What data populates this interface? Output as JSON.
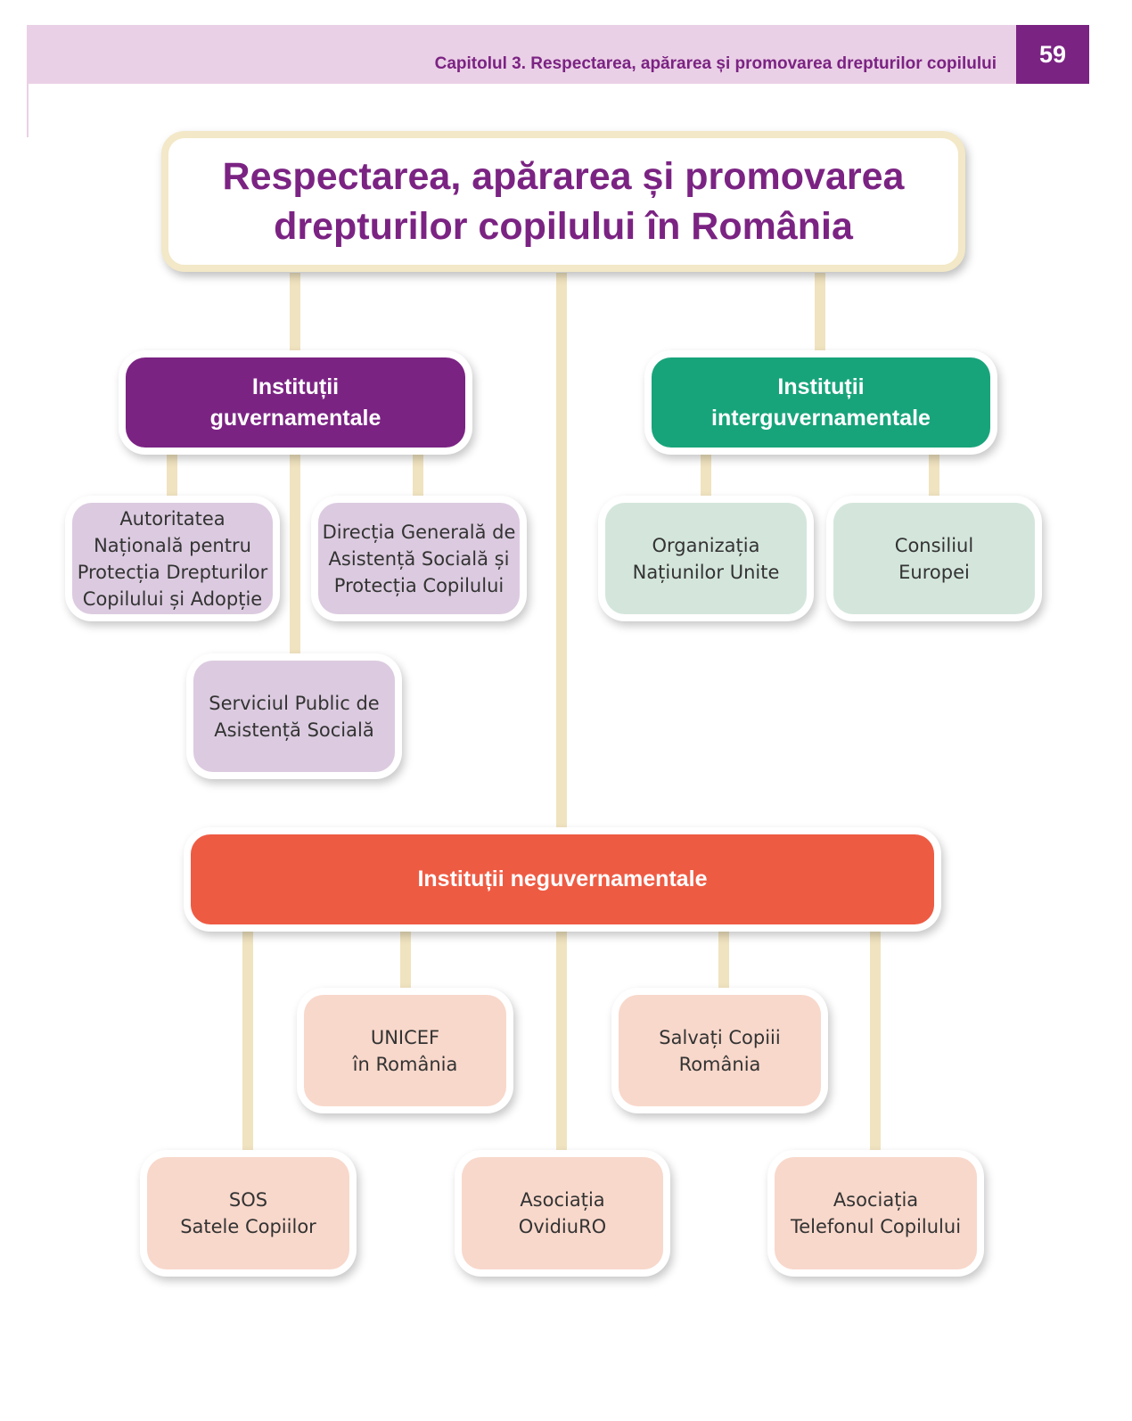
{
  "header": {
    "chapter": "Capitolul 3. Respectarea, apărarea și promovarea drepturilor copilului",
    "page_number": "59"
  },
  "title": "Respectarea, apărarea și promovarea\ndrepturilor copilului în România",
  "categories": {
    "governmental": "Instituții\nguvernamentale",
    "intergovernmental": "Instituții\ninterguvernamentale",
    "nongovernmental": "Instituții neguvernamentale"
  },
  "governmental_items": [
    "Autoritatea\nNațională pentru\nProtecția Drepturilor\nCopilului și Adopție",
    "Direcția Generală de\nAsistență Socială și\nProtecția Copilului",
    "Serviciul Public de\nAsistență Socială"
  ],
  "intergovernmental_items": [
    "Organizația\nNațiunilor Unite",
    "Consiliul\nEuropei"
  ],
  "nongovernmental_items": [
    "UNICEF\nîn România",
    "Salvați Copiii\nRomânia",
    "SOS\nSatele Copiilor",
    "Asociația\nOvidiuRO",
    "Asociația\nTelefonul Copilului"
  ],
  "colors": {
    "governmental": "#7b2383",
    "intergovernmental": "#18a47b",
    "nongovernmental": "#ee5b43",
    "connector": "#f0e3bf"
  }
}
